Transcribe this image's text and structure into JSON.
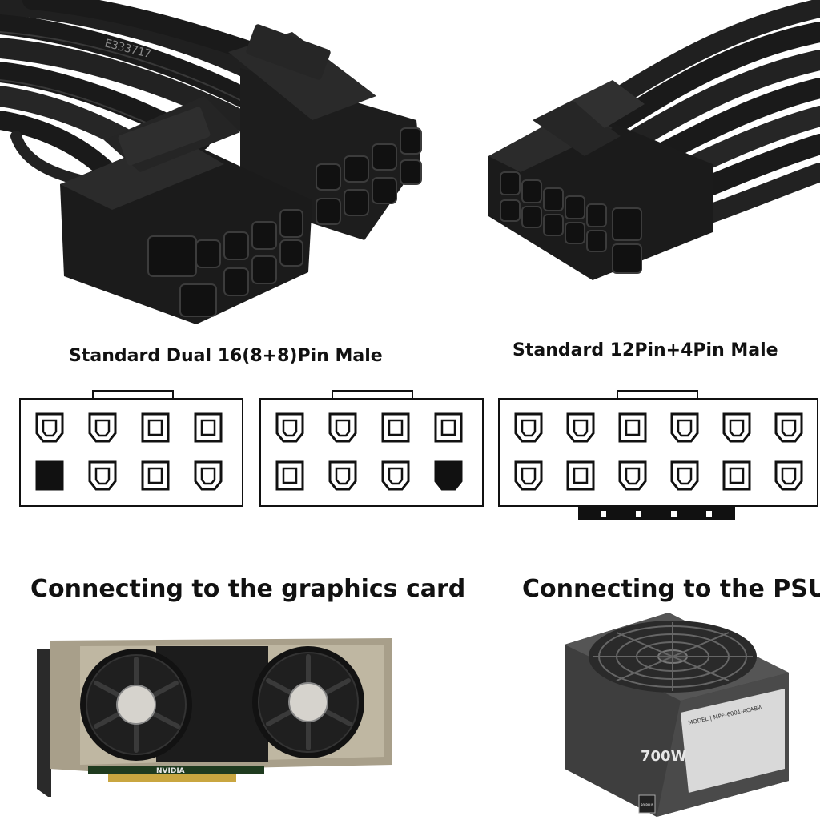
{
  "labels": {
    "dual_connector": "Standard Dual 16(8+8)Pin Male",
    "single_connector": "Standard 12Pin+4Pin Male",
    "gpu_caption": "Connecting to the graphics card",
    "psu_caption": "Connecting to the PSU"
  },
  "photos": {
    "gpu_brand": "NVIDIA",
    "psu_wattage": "700W",
    "psu_model": "MODEL | MPE-6001-ACABW",
    "psu_badge": "80 PLUS",
    "cable_print": "E333717"
  },
  "diagrams": {
    "left_8pin": {
      "top": [
        "d",
        "d",
        "s",
        "s"
      ],
      "bottom": [
        "filled-square",
        "d",
        "s",
        "d"
      ]
    },
    "mid_8pin": {
      "top": [
        "d",
        "d",
        "s",
        "s"
      ],
      "bottom": [
        "s",
        "d",
        "d",
        "filled-d"
      ]
    },
    "right_12pin": {
      "top": [
        "d",
        "d",
        "s",
        "d",
        "d",
        "d"
      ],
      "bottom": [
        "d",
        "s",
        "d",
        "d",
        "s",
        "d"
      ],
      "sense_pins": 4
    }
  },
  "colors": {
    "line": "#111111",
    "background": "#ffffff",
    "connector": "#1e1e1e"
  }
}
